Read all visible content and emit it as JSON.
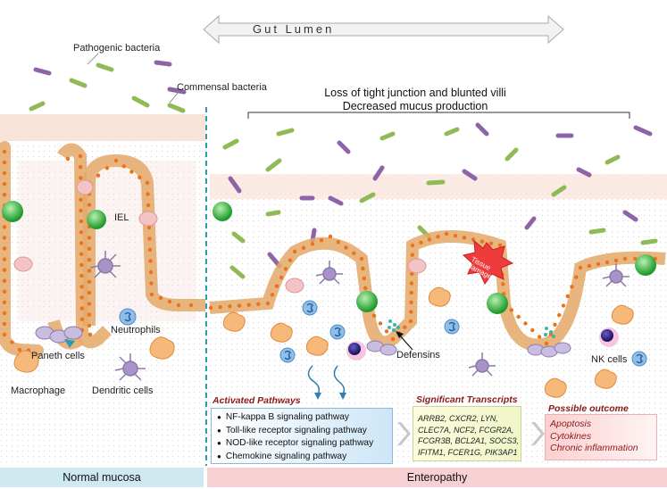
{
  "header": {
    "lumen": "Gut Lumen",
    "loss_line1": "Loss of tight junction and blunted villi",
    "loss_line2": "Decreased mucus production"
  },
  "labels": {
    "pathogenic": "Pathogenic bacteria",
    "commensal": "Commensal bacteria",
    "iel": "IEL",
    "neutrophils": "Neutrophils",
    "paneth": "Paneth cells",
    "macrophage": "Macrophage",
    "dendritic": "Dendritic cells",
    "tissue_damage": "Tissue damage",
    "defensins": "Defensins",
    "nk_cells": "NK cells"
  },
  "pathways": {
    "title": "Activated Pathways",
    "items": [
      "NF-kappa B signaling pathway",
      "Toll-like receptor signaling pathway",
      "NOD-like receptor signaling pathway",
      "Chemokine signaling pathway"
    ]
  },
  "transcripts": {
    "title": "Significant Transcripts",
    "lines": [
      "ARRB2, CXCR2, LYN,",
      "CLEC7A, NCF2, FCGR2A,",
      "FCGR3B, BCL2A1, SOCS3,",
      "IFITM1, FCER1G, PIK3AP1"
    ]
  },
  "outcome": {
    "title": "Possible outcome",
    "items": [
      "Apoptosis",
      "Cytokines",
      "Chronic inflammation"
    ]
  },
  "footer": {
    "normal": "Normal mucosa",
    "enteropathy": "Enteropathy"
  },
  "colors": {
    "pathogenic_bacteria": "#8e64a8",
    "commensal_bacteria": "#8fba55",
    "epithelium": "#f6c58c",
    "nucleus": "#e8731c",
    "iel": "#3fb54a",
    "paneth": "#c9bde0",
    "divider": "#2a9db5"
  }
}
